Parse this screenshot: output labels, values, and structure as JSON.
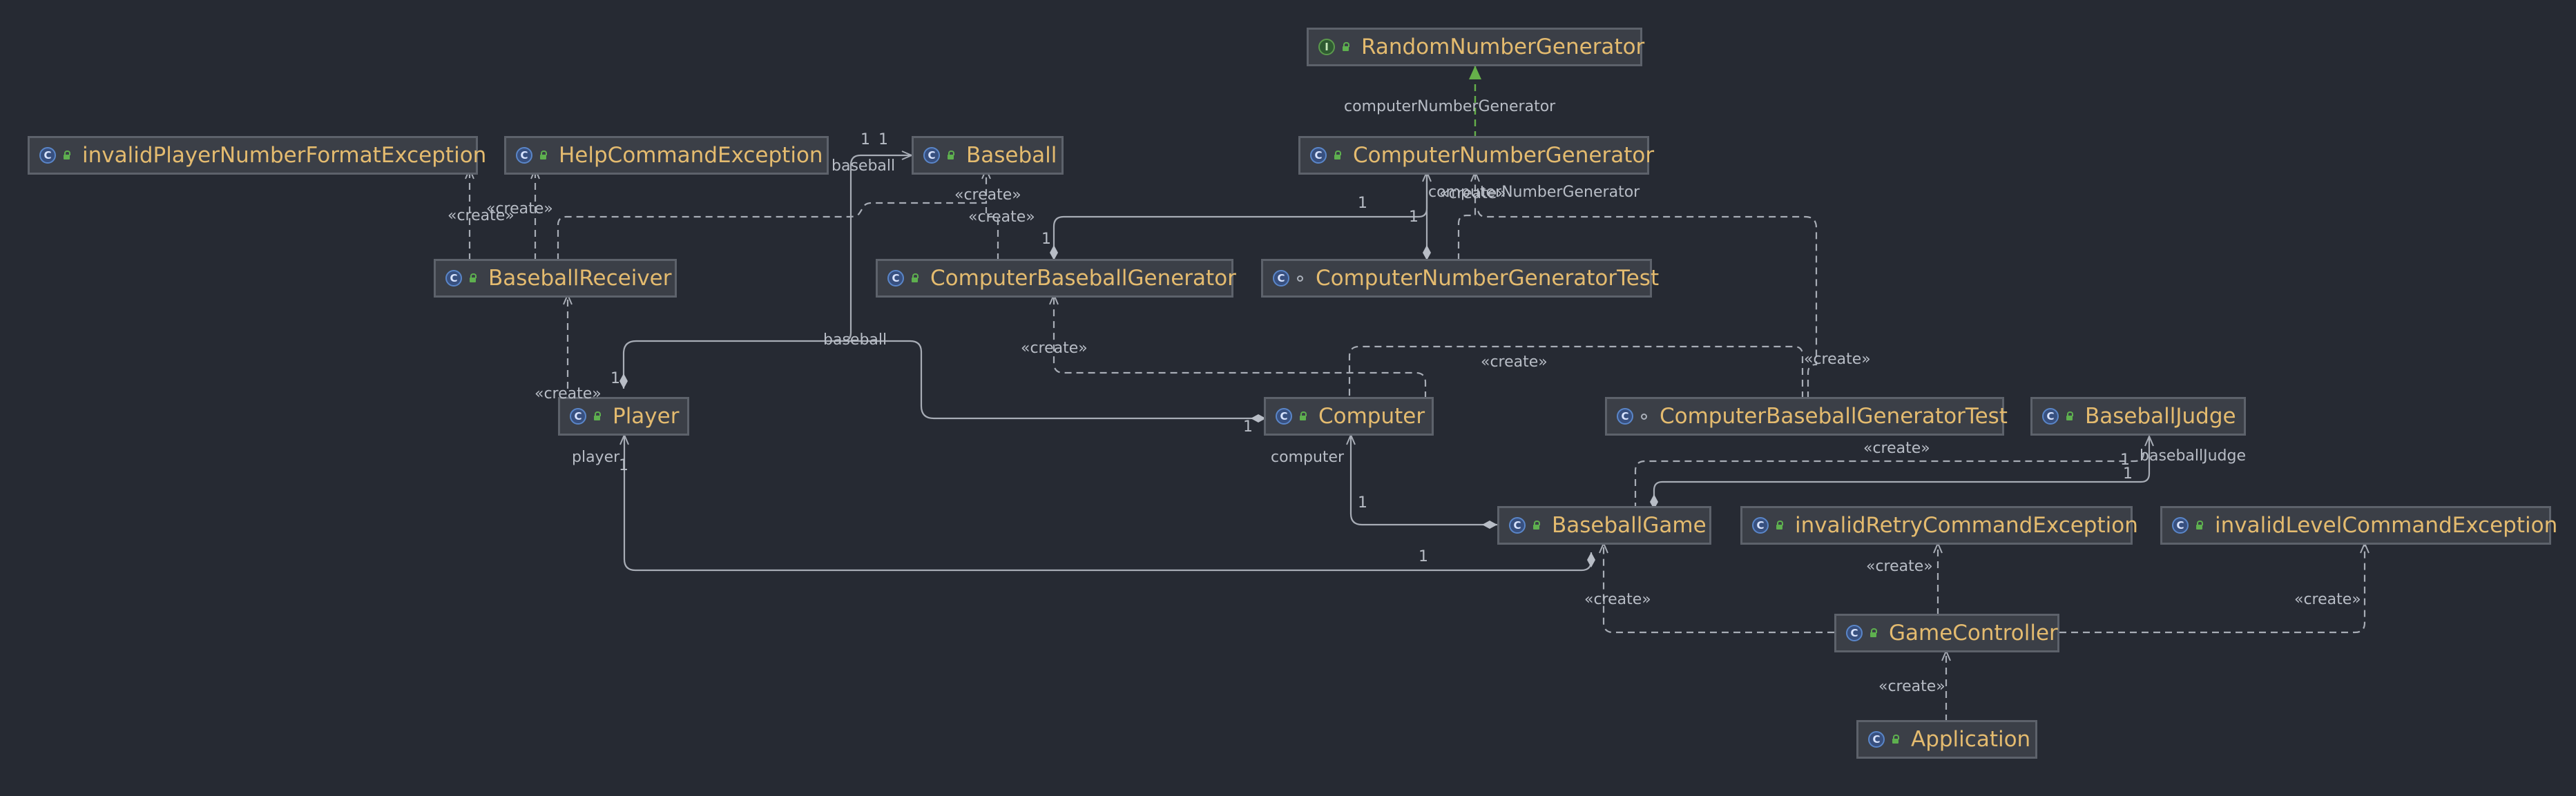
{
  "nodes": [
    {
      "id": "rng",
      "label": "RandomNumberGenerator",
      "kind": "interface",
      "icon": "I",
      "visibility": "public",
      "icon_name": "interface-icon"
    },
    {
      "id": "ipnfe",
      "label": "invalidPlayerNumberFormatException",
      "kind": "class",
      "icon": "C",
      "visibility": "public",
      "icon_name": "class-icon"
    },
    {
      "id": "hce",
      "label": "HelpCommandException",
      "kind": "class",
      "icon": "C",
      "visibility": "public",
      "icon_name": "class-icon"
    },
    {
      "id": "baseball",
      "label": "Baseball",
      "kind": "class",
      "icon": "C",
      "visibility": "public",
      "icon_name": "class-icon"
    },
    {
      "id": "cng",
      "label": "ComputerNumberGenerator",
      "kind": "class",
      "icon": "C",
      "visibility": "public",
      "icon_name": "class-icon"
    },
    {
      "id": "br",
      "label": "BaseballReceiver",
      "kind": "class",
      "icon": "C",
      "visibility": "public",
      "icon_name": "class-icon"
    },
    {
      "id": "cbg",
      "label": "ComputerBaseballGenerator",
      "kind": "class",
      "icon": "C",
      "visibility": "public",
      "icon_name": "class-icon"
    },
    {
      "id": "cngt",
      "label": "ComputerNumberGeneratorTest",
      "kind": "class",
      "icon": "C",
      "visibility": "package",
      "icon_name": "class-icon"
    },
    {
      "id": "player",
      "label": "Player",
      "kind": "class",
      "icon": "C",
      "visibility": "public",
      "icon_name": "class-icon"
    },
    {
      "id": "computer",
      "label": "Computer",
      "kind": "class",
      "icon": "C",
      "visibility": "public",
      "icon_name": "class-icon"
    },
    {
      "id": "cbgt",
      "label": "ComputerBaseballGeneratorTest",
      "kind": "class",
      "icon": "C",
      "visibility": "package",
      "icon_name": "class-icon"
    },
    {
      "id": "bj",
      "label": "BaseballJudge",
      "kind": "class",
      "icon": "C",
      "visibility": "public",
      "icon_name": "class-icon"
    },
    {
      "id": "bg",
      "label": "BaseballGame",
      "kind": "class",
      "icon": "C",
      "visibility": "public",
      "icon_name": "class-icon"
    },
    {
      "id": "ircе",
      "label": "invalidRetryCommandException",
      "kind": "class",
      "icon": "C",
      "visibility": "public",
      "icon_name": "class-icon"
    },
    {
      "id": "ilce",
      "label": "invalidLevelCommandException",
      "kind": "class",
      "icon": "C",
      "visibility": "public",
      "icon_name": "class-icon"
    },
    {
      "id": "gc",
      "label": "GameController",
      "kind": "class",
      "icon": "C",
      "visibility": "public",
      "icon_name": "class-icon"
    },
    {
      "id": "app",
      "label": "Application",
      "kind": "class",
      "icon": "C",
      "visibility": "public",
      "icon_name": "class-icon"
    }
  ],
  "edge_labels": [
    "computerNumberGenerator",
    "baseball",
    "1",
    "1",
    "«create»",
    "«create»",
    "«create»",
    "«create»",
    "1",
    "1",
    "1",
    "computerNumberGenerator",
    "«create»",
    "baseball",
    "«create»",
    "1",
    "«create»",
    "1",
    "«create»",
    "player",
    "1",
    "computer",
    "1",
    "«create»",
    "1",
    "1",
    "baseballJudge",
    "1",
    "«create»",
    "«create»",
    "«create»",
    "«create»",
    "«create»"
  ],
  "colors": {
    "background": "#262a33",
    "node_fill": "#3b3f47",
    "node_border": "#5d626b",
    "node_text": "#e4bb6f",
    "edge": "#a8adb6",
    "realization_edge": "#66b04a"
  }
}
